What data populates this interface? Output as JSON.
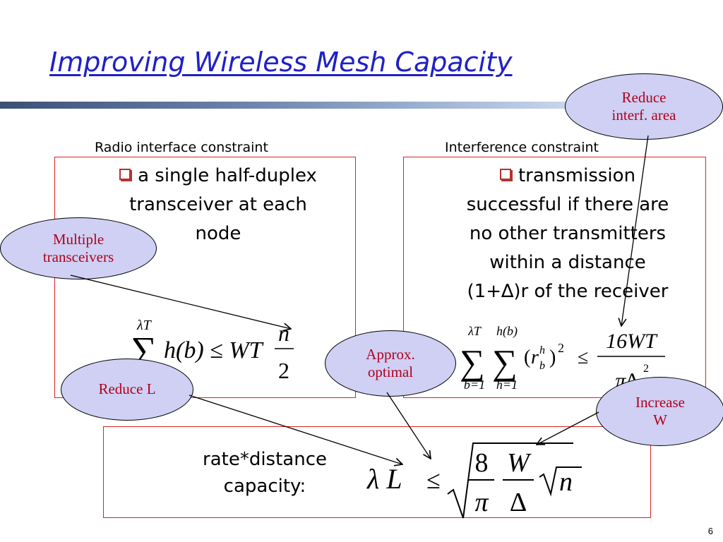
{
  "slide": {
    "title": "Improving Wireless Mesh Capacity",
    "page_number": "6"
  },
  "left_box": {
    "label": "Radio interface constraint",
    "bullet_lines": [
      "a single half-duplex",
      "transceiver at each",
      "node"
    ],
    "equation": {
      "sum_upper": "λT",
      "body": "h(b) ≤ WT",
      "frac_num": "n",
      "frac_den": "2"
    }
  },
  "right_box": {
    "label": "Interference constraint",
    "bullet_lines": [
      "transmission",
      "successful if there are",
      "no other transmitters",
      "within a distance",
      "(1+∆)r of the receiver"
    ],
    "equation": {
      "sum1_upper": "λT",
      "sum1_lower": "b=1",
      "sum2_upper": "h(b)",
      "sum2_lower": "h=1",
      "paren_open": "(",
      "r": "r",
      "r_sup": "h",
      "r_sub": "b",
      "paren_close": ")",
      "square": "2",
      "leq": "≤",
      "frac_num": "16WT",
      "frac_den": "π∆",
      "frac_den_sup": "2"
    }
  },
  "capacity_box": {
    "text_lines": [
      "rate*distance",
      "capacity:"
    ],
    "equation": {
      "lhs": "λ L",
      "leq": "≤",
      "frac1_num": "8",
      "frac1_den": "π",
      "frac2_num": "W",
      "frac2_den": "∆",
      "sqrt_n": "n"
    }
  },
  "callouts": {
    "reduce_interf": [
      "Reduce",
      "interf. area"
    ],
    "multiple_transceivers": [
      "Multiple",
      "transceivers"
    ],
    "approx_optimal": [
      "Approx.",
      "optimal"
    ],
    "reduce_l": "Reduce L",
    "increase_w": [
      "Increase",
      "W"
    ]
  },
  "colors": {
    "title": "#2020c8",
    "box_border": "#dd2222",
    "bubble_fill": "#cfd0f4",
    "bubble_text": "#b3001b",
    "bullet": "#b83030"
  }
}
